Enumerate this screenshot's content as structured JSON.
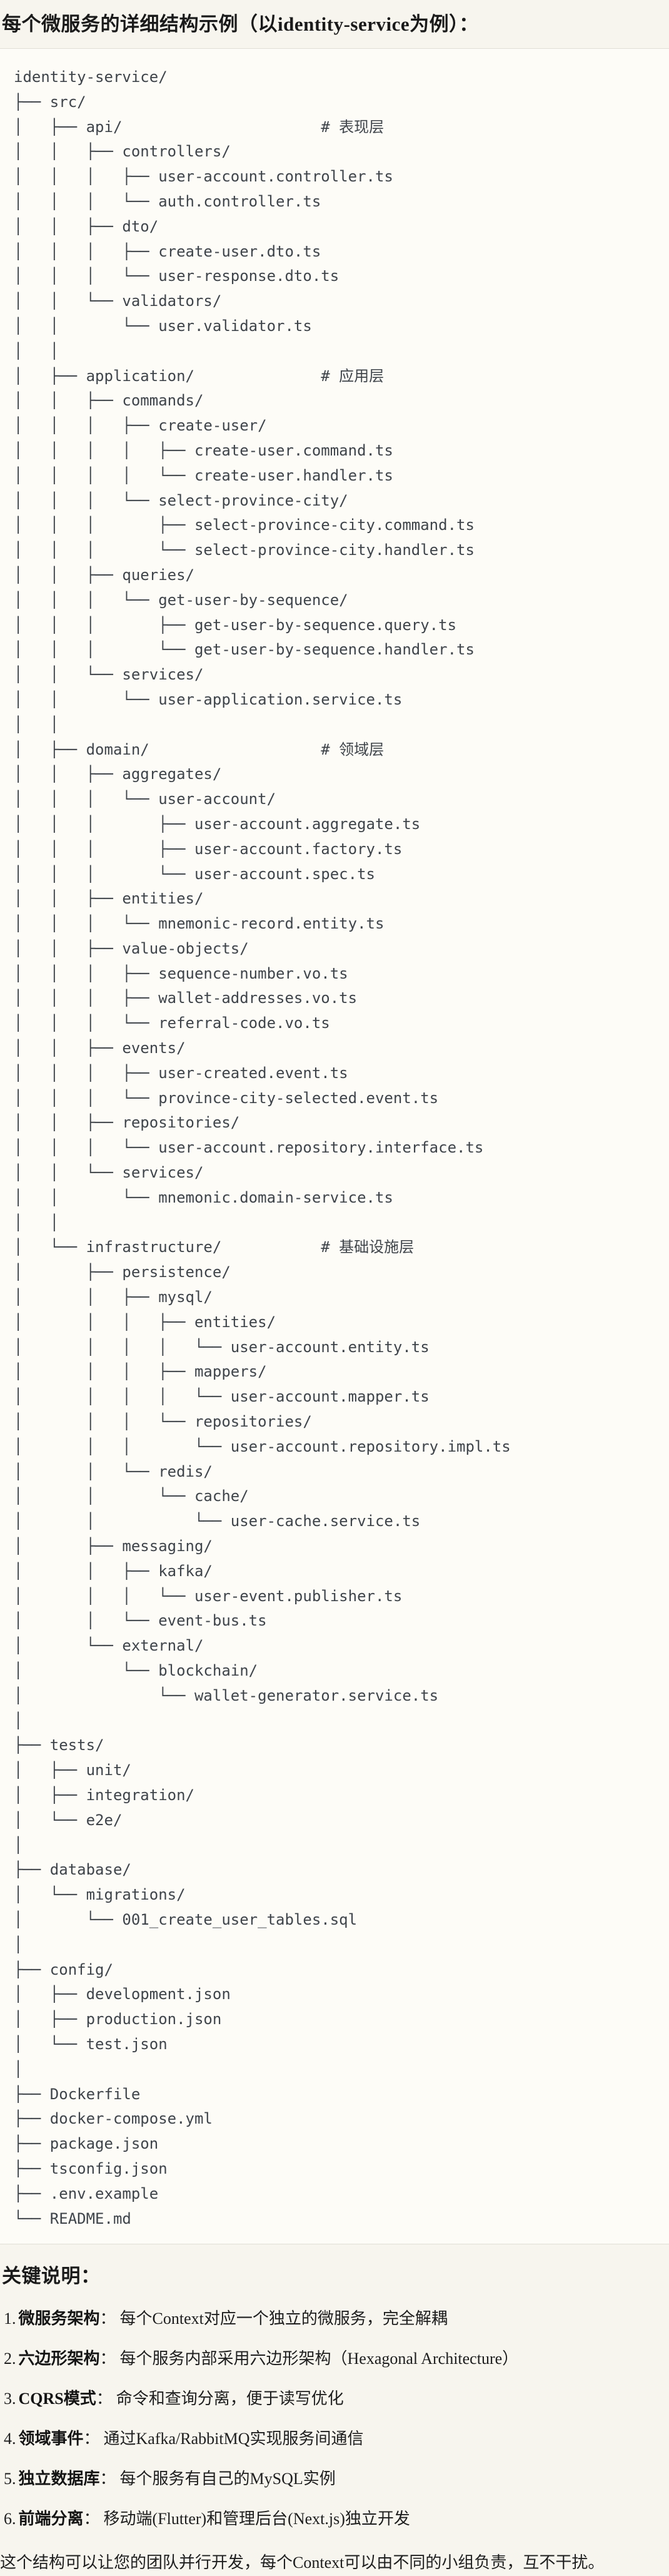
{
  "page": {
    "title": "每个微服务的详细结构示例（以identity-service为例）：",
    "notes_heading": "关键说明：",
    "closing_note": "这个结构可以让您的团队并行开发，每个Context可以由不同的小组负责，互不干扰。"
  },
  "colors": {
    "page_bg": "#F7F5EE",
    "code_bg": "#FDFCF7",
    "divider": "#E0DED7",
    "code_text": "#3F444A",
    "body_text": "#1E1E1E"
  },
  "code_block": {
    "root": "identity-service/",
    "layer_comments": [
      "# 表现层",
      "# 应用层",
      "# 领域层",
      "# 基础设施层"
    ],
    "lines": [
      "identity-service/",
      "├── src/",
      "│   ├── api/                      # 表现层",
      "│   │   ├── controllers/",
      "│   │   │   ├── user-account.controller.ts",
      "│   │   │   └── auth.controller.ts",
      "│   │   ├── dto/",
      "│   │   │   ├── create-user.dto.ts",
      "│   │   │   └── user-response.dto.ts",
      "│   │   └── validators/",
      "│   │       └── user.validator.ts",
      "│   │",
      "│   ├── application/              # 应用层",
      "│   │   ├── commands/",
      "│   │   │   ├── create-user/",
      "│   │   │   │   ├── create-user.command.ts",
      "│   │   │   │   └── create-user.handler.ts",
      "│   │   │   └── select-province-city/",
      "│   │   │       ├── select-province-city.command.ts",
      "│   │   │       └── select-province-city.handler.ts",
      "│   │   ├── queries/",
      "│   │   │   └── get-user-by-sequence/",
      "│   │   │       ├── get-user-by-sequence.query.ts",
      "│   │   │       └── get-user-by-sequence.handler.ts",
      "│   │   └── services/",
      "│   │       └── user-application.service.ts",
      "│   │",
      "│   ├── domain/                   # 领域层",
      "│   │   ├── aggregates/",
      "│   │   │   └── user-account/",
      "│   │   │       ├── user-account.aggregate.ts",
      "│   │   │       ├── user-account.factory.ts",
      "│   │   │       └── user-account.spec.ts",
      "│   │   ├── entities/",
      "│   │   │   └── mnemonic-record.entity.ts",
      "│   │   ├── value-objects/",
      "│   │   │   ├── sequence-number.vo.ts",
      "│   │   │   ├── wallet-addresses.vo.ts",
      "│   │   │   └── referral-code.vo.ts",
      "│   │   ├── events/",
      "│   │   │   ├── user-created.event.ts",
      "│   │   │   └── province-city-selected.event.ts",
      "│   │   ├── repositories/",
      "│   │   │   └── user-account.repository.interface.ts",
      "│   │   └── services/",
      "│   │       └── mnemonic.domain-service.ts",
      "│   │",
      "│   └── infrastructure/           # 基础设施层",
      "│       ├── persistence/",
      "│       │   ├── mysql/",
      "│       │   │   ├── entities/",
      "│       │   │   │   └── user-account.entity.ts",
      "│       │   │   ├── mappers/",
      "│       │   │   │   └── user-account.mapper.ts",
      "│       │   │   └── repositories/",
      "│       │   │       └── user-account.repository.impl.ts",
      "│       │   └── redis/",
      "│       │       └── cache/",
      "│       │           └── user-cache.service.ts",
      "│       ├── messaging/",
      "│       │   ├── kafka/",
      "│       │   │   └── user-event.publisher.ts",
      "│       │   └── event-bus.ts",
      "│       └── external/",
      "│           └── blockchain/",
      "│               └── wallet-generator.service.ts",
      "│",
      "├── tests/",
      "│   ├── unit/",
      "│   ├── integration/",
      "│   └── e2e/",
      "│",
      "├── database/",
      "│   └── migrations/",
      "│       └── 001_create_user_tables.sql",
      "│",
      "├── config/",
      "│   ├── development.json",
      "│   ├── production.json",
      "│   └── test.json",
      "│",
      "├── Dockerfile",
      "├── docker-compose.yml",
      "├── package.json",
      "├── tsconfig.json",
      "├── .env.example",
      "└── README.md"
    ]
  },
  "notes": {
    "items": [
      {
        "num": "1.",
        "term": "微服务架构",
        "sep": "：",
        "desc": "每个Context对应一个独立的微服务，完全解耦"
      },
      {
        "num": "2.",
        "term": "六边形架构",
        "sep": "：",
        "desc": "每个服务内部采用六边形架构（Hexagonal Architecture）"
      },
      {
        "num": "3.",
        "term": "CQRS模式",
        "sep": "：",
        "desc": "命令和查询分离，便于读写优化"
      },
      {
        "num": "4.",
        "term": "领域事件",
        "sep": "：",
        "desc": "通过Kafka/RabbitMQ实现服务间通信"
      },
      {
        "num": "5.",
        "term": "独立数据库",
        "sep": "：",
        "desc": "每个服务有自己的MySQL实例"
      },
      {
        "num": "6.",
        "term": "前端分离",
        "sep": "：",
        "desc": "移动端(Flutter)和管理后台(Next.js)独立开发"
      }
    ]
  }
}
